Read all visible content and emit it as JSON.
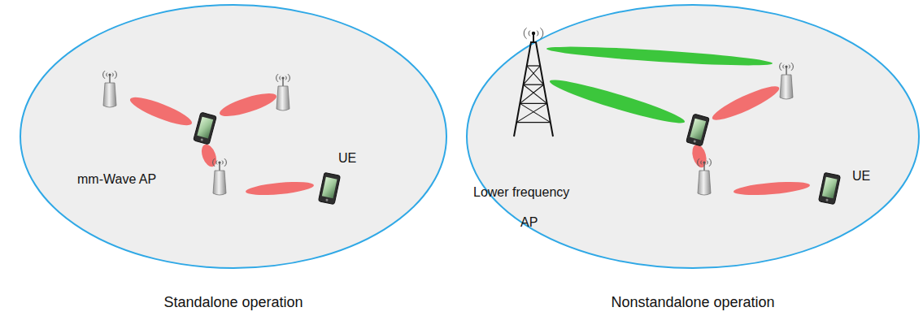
{
  "diagram": {
    "labels": [
      "mm-Wave AP",
      "UE",
      "Standalone operation",
      "Lower frequency",
      "AP",
      "UE",
      "Nonstandalone operation"
    ]
  }
}
